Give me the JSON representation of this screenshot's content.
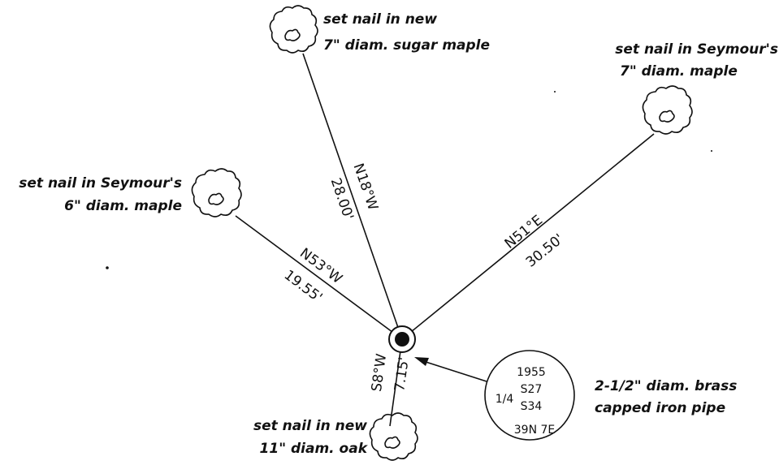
{
  "trees": [
    {
      "id": "sugar-maple",
      "label_line1": "set nail in new",
      "label_line2": "7\" diam. sugar maple",
      "bearing": "N18°W",
      "distance": "28.00'"
    },
    {
      "id": "seymour-7in",
      "label_line1": "set nail in Seymour's",
      "label_line2": "7\" diam. maple",
      "bearing": "N51°E",
      "distance": "30.50'"
    },
    {
      "id": "seymour-6in",
      "label_line1": "set nail in Seymour's",
      "label_line2": "6\" diam. maple",
      "bearing": "N53°W",
      "distance": "19.55'"
    },
    {
      "id": "oak",
      "label_line1": "set nail in new",
      "label_line2": "11\" diam. oak",
      "bearing": "S8°W",
      "distance": "7.15'"
    }
  ],
  "monument": {
    "cap_lines": [
      "1955",
      "S27",
      "S34",
      "39N 7E"
    ],
    "cap_fraction": "1/4",
    "label_line1": "2-1/2\" diam. brass",
    "label_line2": "capped iron pipe"
  },
  "colors": {
    "ink": "#111111",
    "background": "#ffffff"
  }
}
